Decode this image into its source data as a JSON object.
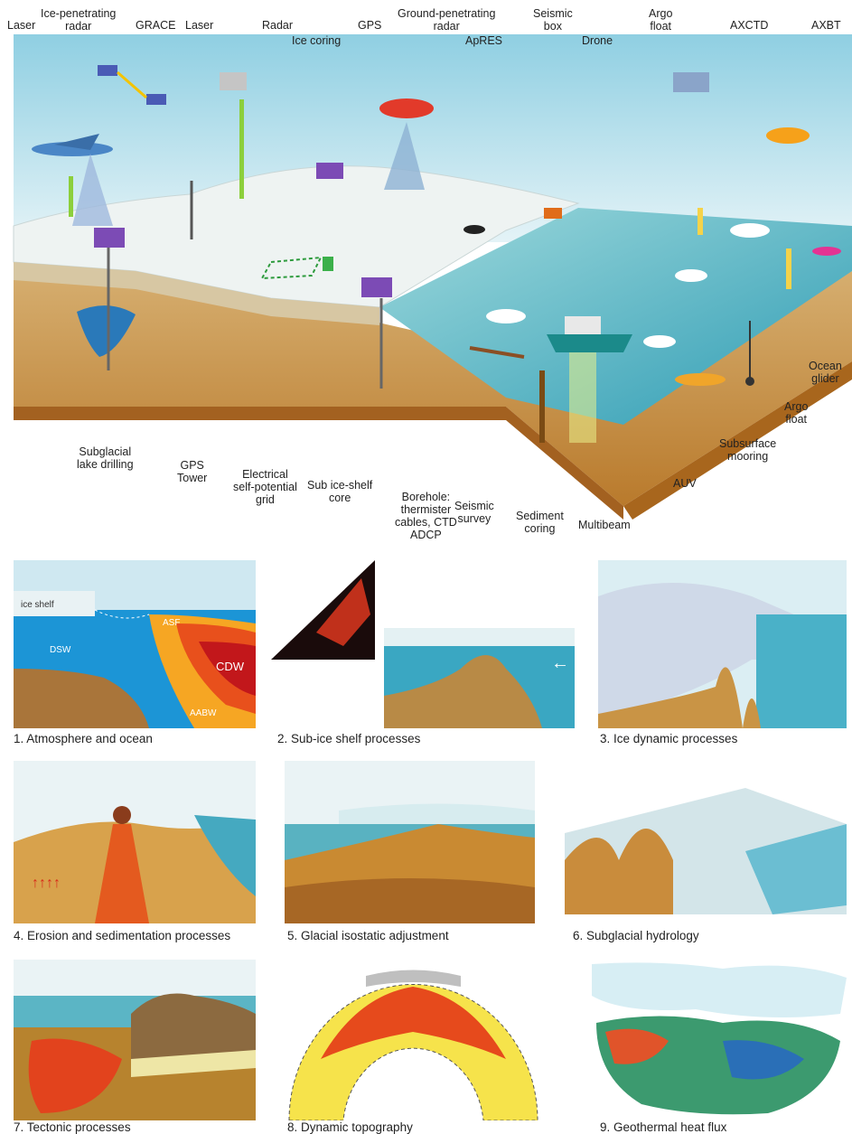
{
  "top_labels": {
    "laser_left": "Laser",
    "ice_pen_radar": [
      "Ice-penetrating",
      "radar"
    ],
    "grace": "GRACE",
    "laser_mid": "Laser",
    "radar": "Radar",
    "gps_top": "GPS",
    "ice_coring": "Ice coring",
    "gpr": [
      "Ground-penetrating",
      "radar"
    ],
    "apres": "ApRES",
    "seismic_box": [
      "Seismic",
      "box"
    ],
    "drone": "Drone",
    "argo_top": [
      "Argo",
      "float"
    ],
    "axctd": "AXCTD",
    "axbt": "AXBT"
  },
  "bottom_labels": {
    "subglacial_lake": [
      "Subglacial",
      "lake drilling"
    ],
    "gps_tower": [
      "GPS",
      "Tower"
    ],
    "electrical": [
      "Electrical",
      "self-potential",
      "grid"
    ],
    "sub_ice_core": [
      "Sub ice-shelf",
      "core"
    ],
    "borehole": [
      "Borehole:",
      "thermister",
      "cables, CTD",
      "ADCP"
    ],
    "seismic_survey": [
      "Seismic",
      "survey"
    ],
    "sediment": [
      "Sediment",
      "coring"
    ],
    "multibeam": "Multibeam",
    "auv": "AUV",
    "mooring": [
      "Subsurface",
      "mooring"
    ],
    "argo_right": [
      "Argo",
      "float"
    ],
    "glider": [
      "Ocean",
      "glider"
    ]
  },
  "panel1": {
    "ice_shelf": "ice shelf",
    "asf": "ASF",
    "dsw": "DSW",
    "cdw": "CDW",
    "aabw": "AABW"
  },
  "captions": [
    "1. Atmosphere and ocean",
    "2. Sub-ice shelf processes",
    "3. Ice dynamic processes",
    "4. Erosion and sedimentation processes",
    "5. Glacial isostatic adjustment",
    "6. Subglacial hydrology",
    "7. Tectonic processes",
    "8. Dynamic topography",
    "9. Geothermal heat flux"
  ],
  "colors": {
    "ocean": "#3aa7c2",
    "ice": "#e9f1f2",
    "sediment": "#c8913f",
    "sky": "#bfe3ee"
  }
}
